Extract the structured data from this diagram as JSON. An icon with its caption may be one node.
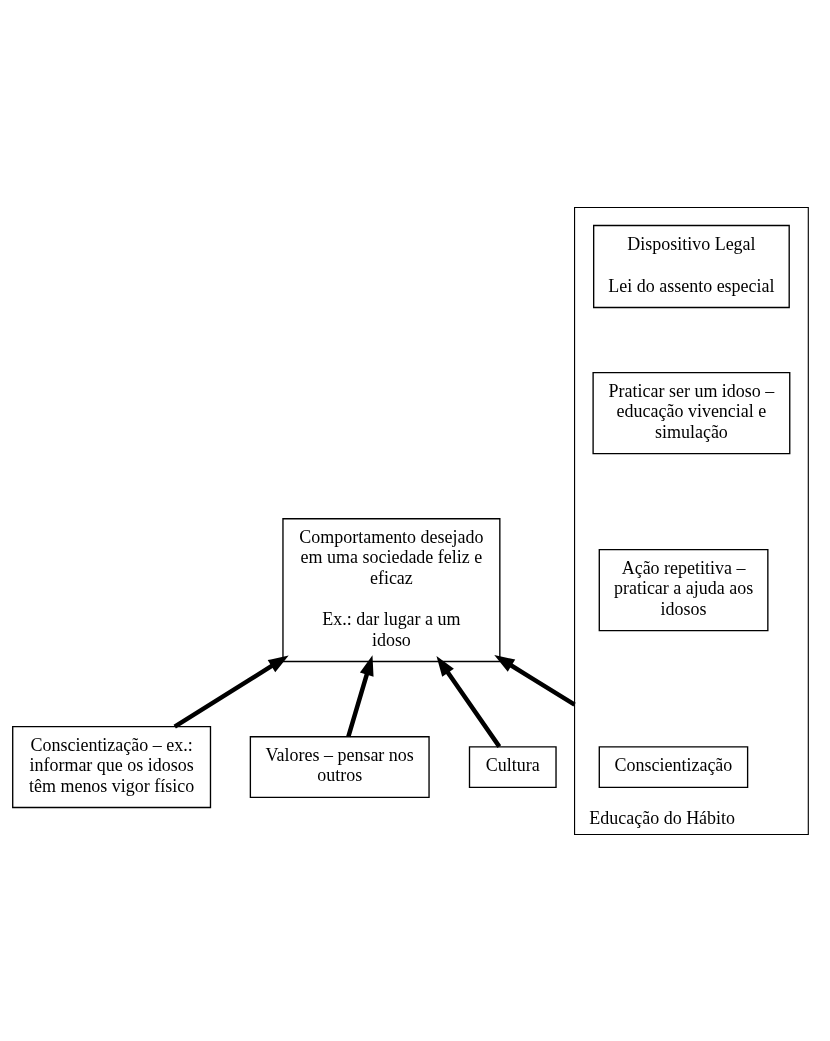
{
  "diagram": {
    "nodes": [
      {
        "text": [
          "Comportamento desejado em uma sociedade feliz e eficaz",
          "Ex.: dar lugar a um idoso"
        ]
      },
      {
        "text": [
          "Conscientização – ex.: informar que os idosos têm menos vigor físico"
        ]
      },
      {
        "text": [
          "Valores – pensar nos outros"
        ]
      },
      {
        "text": [
          "Educação do Hábito"
        ]
      },
      {
        "text": [
          "Conscientização"
        ],
        "in": 3
      },
      {
        "text": [
          "Ação repetitiva – praticar a ajuda aos idosos"
        ],
        "in": 3
      },
      {
        "text": [
          "Praticar ser um idoso – educação vivencial e simulação"
        ],
        "in": 3
      },
      {
        "text": [
          "Dispositivo Legal",
          "Lei do assento especial"
        ],
        "in": 3
      },
      {
        "text": [
          "Cultura"
        ]
      }
    ],
    "edges": [
      {
        "from": 1,
        "to": 0,
        "arrow": "to"
      },
      {
        "from": 2,
        "to": 0,
        "arrow": "to"
      },
      {
        "from": 8,
        "to": 0,
        "arrow": "to"
      },
      {
        "from": 3,
        "to": 0,
        "arrow": "to"
      }
    ]
  }
}
